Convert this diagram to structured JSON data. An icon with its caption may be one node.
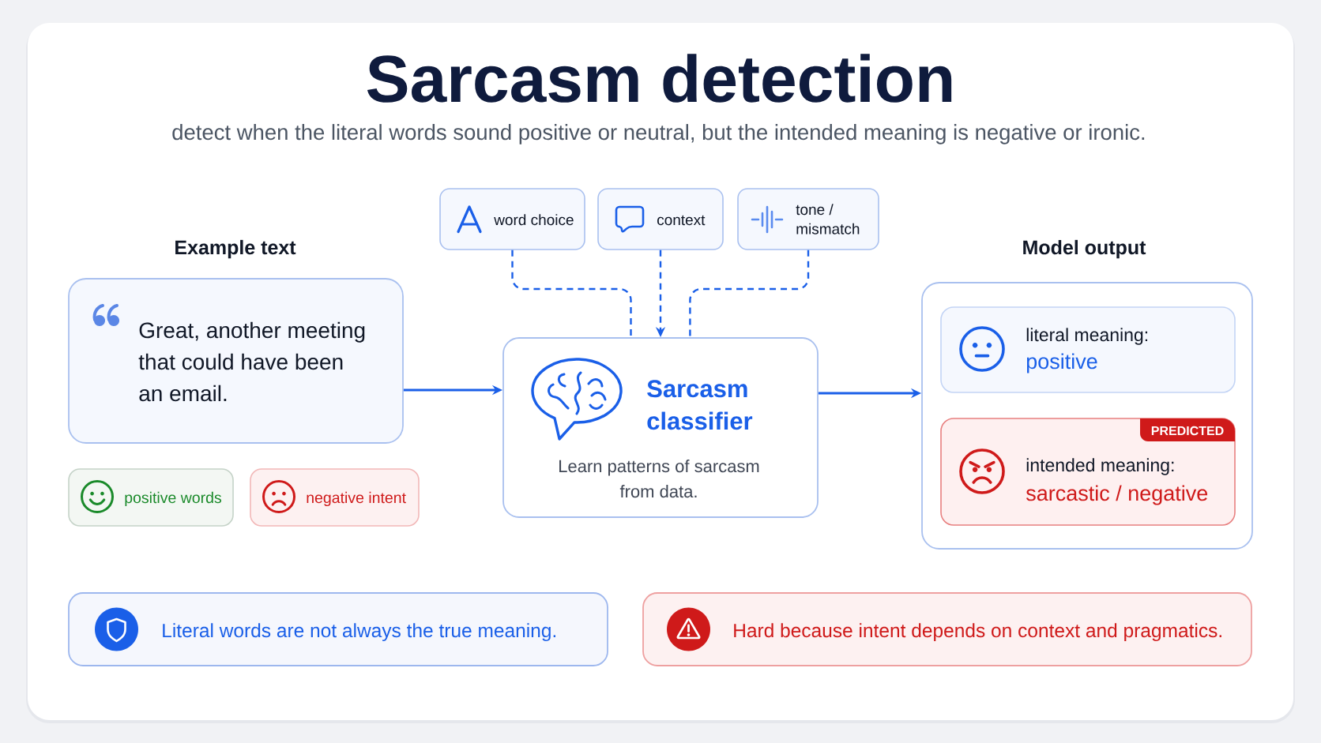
{
  "diagram": {
    "title": "Sarcasm detection",
    "nodes": [
      {
        "text": [
          "word choice"
        ]
      },
      {
        "text": [
          "context"
        ]
      },
      {
        "text": [
          "tone / mismatch"
        ]
      },
      {
        "text": [
          "Example text",
          "Great, another meeting that could have been an email."
        ]
      },
      {
        "text": [
          "positive words"
        ]
      },
      {
        "text": [
          "negative intent"
        ]
      },
      {
        "text": [
          "Sarcasm classifier",
          "Learn patterns of sarcasm from data."
        ]
      },
      {
        "text": [
          "Model output"
        ]
      },
      {
        "text": [
          "literal meaning:",
          "positive"
        ],
        "in": 7
      },
      {
        "text": [
          "intended meaning:",
          "sarcastic / negative"
        ],
        "in": 7
      },
      {
        "text": [
          "PREDICTED"
        ],
        "in": 9
      },
      {
        "text": [
          "Literal words are not always the true meaning."
        ]
      },
      {
        "text": [
          "Hard because intent depends on context and pragmatics."
        ]
      }
    ],
    "edges": [
      {
        "from": 0,
        "to": 6,
        "arrow": "none",
        "style": "dashed"
      },
      {
        "from": 1,
        "to": 6,
        "arrow": "to",
        "style": "dashed"
      },
      {
        "from": 2,
        "to": 6,
        "arrow": "none",
        "style": "dashed"
      },
      {
        "from": 3,
        "to": 6,
        "arrow": "to"
      },
      {
        "from": 6,
        "to": 7,
        "arrow": "to"
      }
    ],
    "labels": [
      "detect when the literal words sound positive or neutral, but the intended meaning is negative or ironic."
    ]
  }
}
